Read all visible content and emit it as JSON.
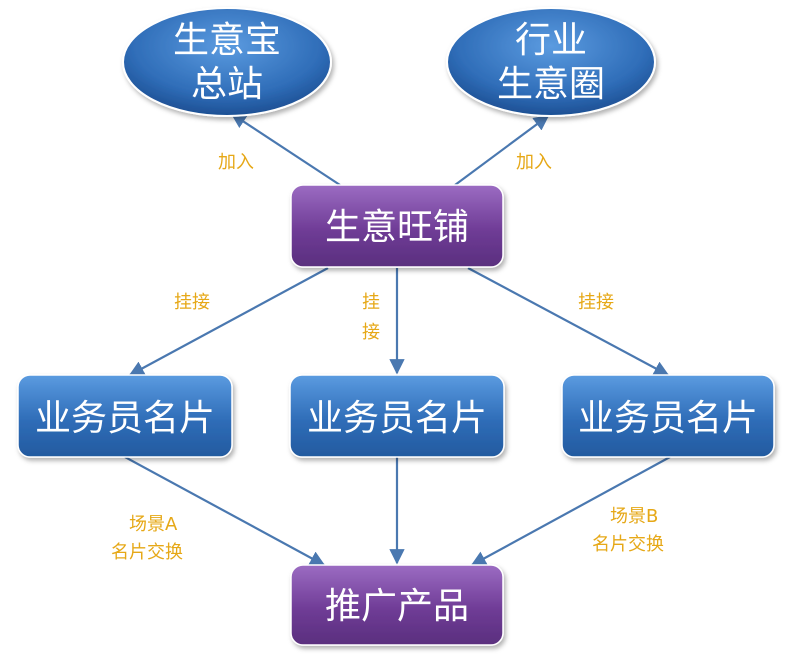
{
  "nodes": {
    "hq": {
      "line1": "生意宝",
      "line2": "总站"
    },
    "industry": {
      "line1": "行业",
      "line2": "生意圈"
    },
    "shop": {
      "label": "生意旺铺"
    },
    "card_left": {
      "label": "业务员名片"
    },
    "card_mid": {
      "label": "业务员名片"
    },
    "card_right": {
      "label": "业务员名片"
    },
    "product": {
      "label": "推广产品"
    }
  },
  "edges": {
    "join_left": "加入",
    "join_right": "加入",
    "attach_left": "挂接",
    "attach_mid_1": "挂",
    "attach_mid_2": "接",
    "attach_right": "挂接",
    "scene_a_1": "场景A",
    "scene_a_2": "名片交换",
    "scene_b_1": "场景B",
    "scene_b_2": "名片交换"
  },
  "colors": {
    "blue_node": "#2f6db8",
    "purple_node": "#6f3c96",
    "edge": "#4a78b0",
    "edge_label": "#e6a817",
    "node_text": "#ffffff"
  }
}
